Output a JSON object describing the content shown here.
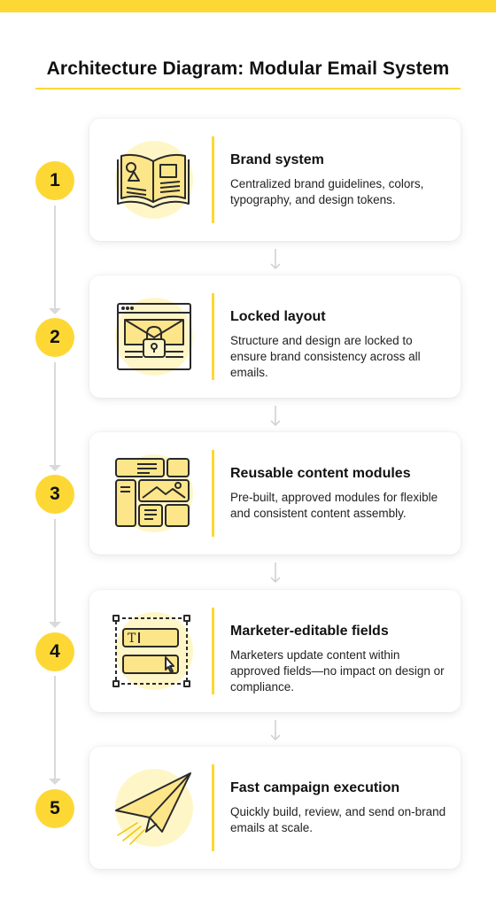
{
  "title": "Architecture Diagram: Modular Email System",
  "accent_color": "#fdd835",
  "steps": [
    {
      "number": "1",
      "title": "Brand system",
      "description": "Centralized brand guidelines, colors, typography, and design tokens.",
      "icon": "open-book-icon"
    },
    {
      "number": "2",
      "title": "Locked layout",
      "description": "Structure and design are locked to ensure brand consistency across all emails.",
      "icon": "locked-layout-icon"
    },
    {
      "number": "3",
      "title": "Reusable content modules",
      "description": "Pre-built, approved modules for flexible and consistent content assembly.",
      "icon": "modules-grid-icon"
    },
    {
      "number": "4",
      "title": "Marketer-editable fields",
      "description": "Marketers update content within approved fields—no impact on design or compliance.",
      "icon": "editable-fields-icon"
    },
    {
      "number": "5",
      "title": "Fast campaign execution",
      "description": "Quickly build, review, and send on-brand emails at scale.",
      "icon": "paper-plane-icon"
    }
  ]
}
